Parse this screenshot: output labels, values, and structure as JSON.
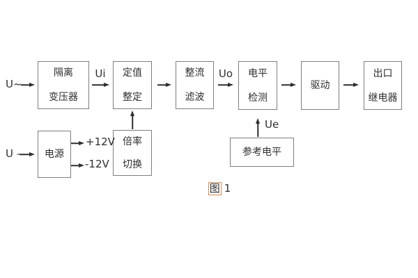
{
  "diagram": {
    "type": "block-diagram",
    "description_visible": false
  },
  "blocks": [
    {
      "name": "isolation-transformer",
      "lines": [
        "隔离",
        "变压器"
      ]
    },
    {
      "name": "setting-adjust",
      "lines": [
        "定值",
        "整定"
      ]
    },
    {
      "name": "rectifier-filter",
      "lines": [
        "整流",
        "滤波"
      ]
    },
    {
      "name": "level-detection",
      "lines": [
        "电平",
        "检测"
      ]
    },
    {
      "name": "driver",
      "lines": [
        "驱动"
      ]
    },
    {
      "name": "output-relay",
      "lines": [
        "出口",
        "继电器"
      ]
    },
    {
      "name": "power-supply",
      "lines": [
        "电源"
      ]
    },
    {
      "name": "multiplier-switch",
      "lines": [
        "倍率",
        "切换"
      ]
    },
    {
      "name": "reference-level",
      "lines": [
        "参考电平"
      ]
    }
  ],
  "signals": {
    "ac_input": "U~",
    "dc_input": "U –",
    "ui": "Ui",
    "uo": "Uo",
    "ue": "Ue",
    "rail_pos": "+12V",
    "rail_neg": "-12V"
  },
  "caption": {
    "figure_char": "图",
    "number": "1"
  },
  "colors": {
    "background": "#ffffff",
    "box_border": "#7d7d7d",
    "line": "#2e2e2e",
    "text": "#2e2e2e",
    "caption_highlight_border": "#cf8a55"
  }
}
